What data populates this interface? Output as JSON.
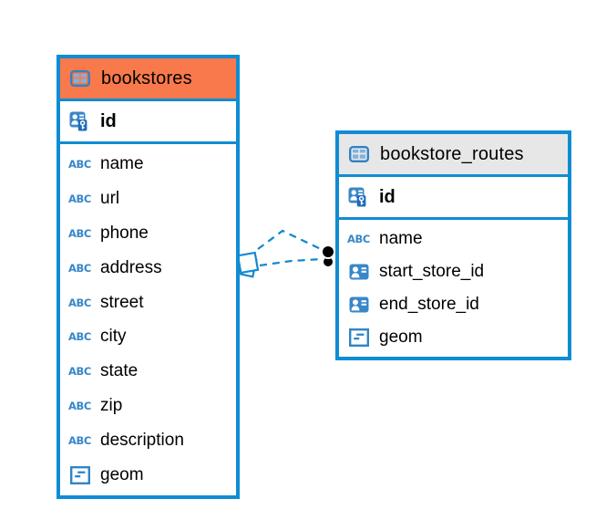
{
  "colors": {
    "border-blue": "#0F8DD3",
    "header-orange": "#F8794B",
    "header-gray": "#E7E7E7",
    "icon-blue": "#3787C9",
    "icon-dark-blue": "#1E6CBA",
    "icon-light-cell": "#7FB2DF",
    "line-blue": "#1489D0",
    "text-color": "#000000"
  },
  "icons": {
    "text_glyph": "ABC"
  },
  "diagram": {
    "tables": [
      {
        "name": "bookstores",
        "header_color": "#F8794B",
        "primary_key": {
          "name": "id"
        },
        "columns": [
          {
            "name": "name",
            "type_icon": "text"
          },
          {
            "name": "url",
            "type_icon": "text"
          },
          {
            "name": "phone",
            "type_icon": "text"
          },
          {
            "name": "address",
            "type_icon": "text"
          },
          {
            "name": "street",
            "type_icon": "text"
          },
          {
            "name": "city",
            "type_icon": "text"
          },
          {
            "name": "state",
            "type_icon": "text"
          },
          {
            "name": "zip",
            "type_icon": "text"
          },
          {
            "name": "description",
            "type_icon": "text"
          },
          {
            "name": "geom",
            "type_icon": "object"
          }
        ]
      },
      {
        "name": "bookstore_routes",
        "header_color": "#E7E7E7",
        "primary_key": {
          "name": "id"
        },
        "columns": [
          {
            "name": "name",
            "type_icon": "text"
          },
          {
            "name": "start_store_id",
            "type_icon": "reference"
          },
          {
            "name": "end_store_id",
            "type_icon": "reference"
          },
          {
            "name": "geom",
            "type_icon": "object"
          }
        ]
      }
    ],
    "relationships": [
      {
        "from": "bookstore_routes",
        "to": "bookstores",
        "line_style": "dashed",
        "line_count": 2
      }
    ]
  }
}
